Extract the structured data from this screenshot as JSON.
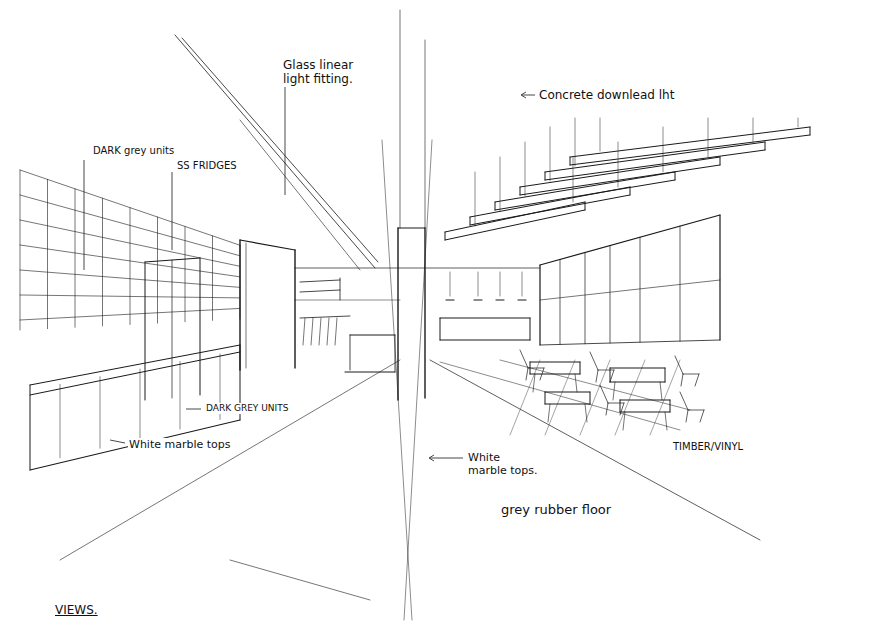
{
  "diagram": {
    "labels": [
      "Glass linear light fitting.",
      "Concrete downlead lht",
      "DARK grey units",
      "SS FRIDGES",
      "DARK GREY UNITS",
      "White marble tops",
      "White marble tops.",
      "TIMBER/VINYL",
      "grey rubber floor",
      "VIEWS."
    ]
  }
}
